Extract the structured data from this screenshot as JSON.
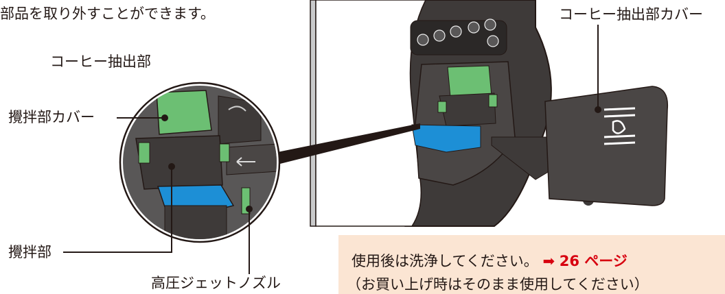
{
  "intro_text": "部品を取り外すことができます。",
  "labels": {
    "extraction_unit": "コーヒー抽出部",
    "extraction_cover": "コーヒー抽出部カバー",
    "stirring_cover": "攪拌部カバー",
    "stirring_unit": "攪拌部",
    "nozzle": "高圧ジェットノズル"
  },
  "note": {
    "text": "使用後は洗浄してください。",
    "arrow": "➡",
    "ref": "26 ページ",
    "sub": "（お買い上げ時はそのまま使用してください）"
  },
  "colors": {
    "green": "#6cbf73",
    "blue": "#1d8fd6",
    "dark": "#3e3a39",
    "note_bg": "#fbe5d3",
    "accent": "#d7000f"
  }
}
